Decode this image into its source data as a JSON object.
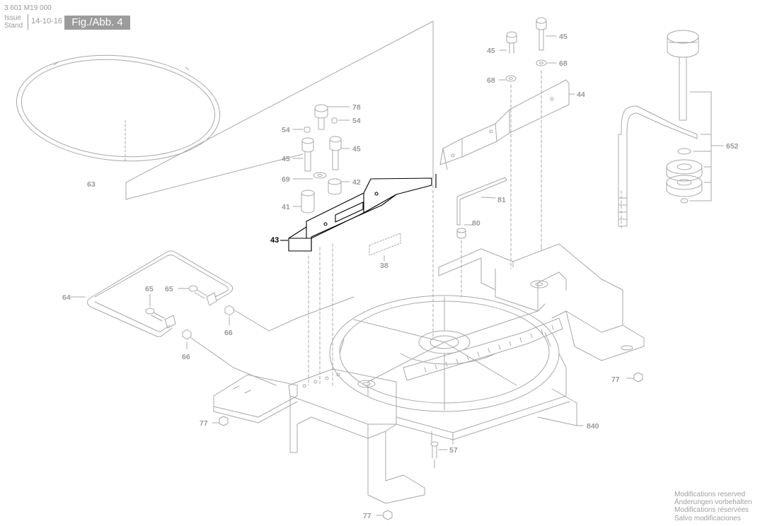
{
  "header": {
    "doc_number": "3 601 M19 000",
    "issue_label": "Issue",
    "stand_label": "Stand",
    "issue_date": "14-10-16",
    "figure_label": "Fig./Abb. 4"
  },
  "footer_notes": [
    "Modifications reserved",
    "Änderungen vorbehalten",
    "Modifications réservées",
    "Salvo modificaciones"
  ],
  "callouts": {
    "c63": "63",
    "c78": "78",
    "c54a": "54",
    "c54b": "54",
    "c45a": "45",
    "c45b": "45",
    "c69": "69",
    "c42": "42",
    "c41": "41",
    "c43": "43",
    "c38": "38",
    "c45c": "45",
    "c45d": "45",
    "c68a": "68",
    "c68b": "68",
    "c44": "44",
    "c81": "81",
    "c80": "80",
    "c652": "652",
    "c64": "64",
    "c65a": "65",
    "c65b": "65",
    "c66a": "66",
    "c66b": "66",
    "c77a": "77",
    "c77b": "77",
    "c77c": "77",
    "c840": "840",
    "c57": "57"
  },
  "colors": {
    "line": "#a8a8a8",
    "label": "#9a9a9a",
    "highlight": "#000000",
    "figure_box": "#9c9c9c"
  }
}
